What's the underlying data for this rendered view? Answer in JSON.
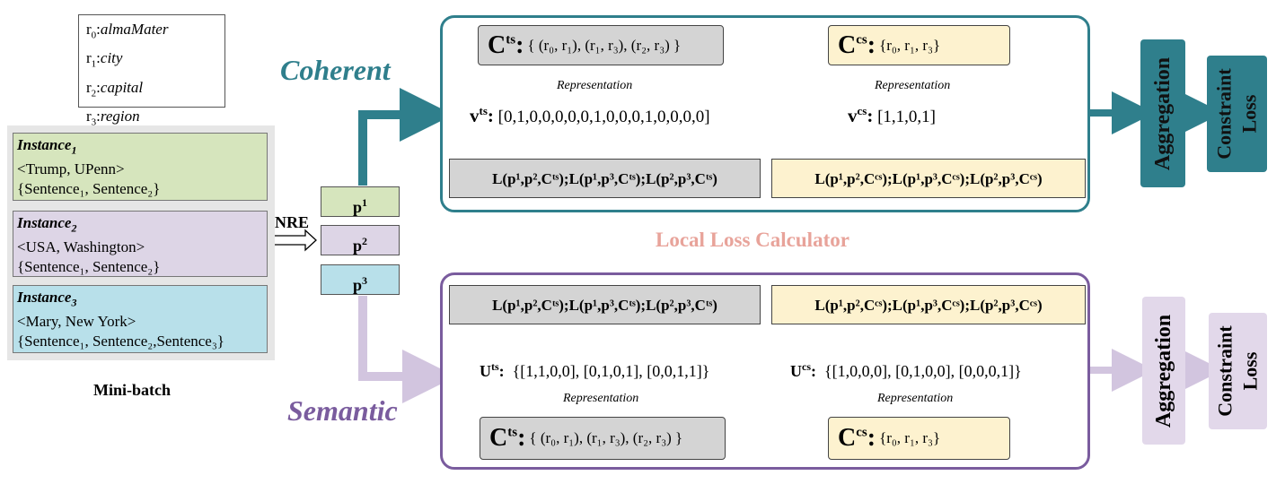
{
  "relations": [
    {
      "sym": "r",
      "sub": "0",
      "name": "almaMater"
    },
    {
      "sym": "r",
      "sub": "1",
      "name": "city"
    },
    {
      "sym": "r",
      "sub": "2",
      "name": "capital"
    },
    {
      "sym": "r",
      "sub": "3",
      "name": "region"
    }
  ],
  "instances": [
    {
      "title": "Instance",
      "sub": "1",
      "pair": "<Trump, UPenn>",
      "sentences": "{Sentence₁, Sentence₂}"
    },
    {
      "title": "Instance",
      "sub": "2",
      "pair": "<USA, Washington>",
      "sentences": "{Sentence₁, Sentence₂}"
    },
    {
      "title": "Instance",
      "sub": "3",
      "pair": "<Mary, New York>",
      "sentences": "{Sentence₁, Sentence₂,Sentence₃}"
    }
  ],
  "minibatch_label": "Mini-batch",
  "nre_label": "NRE",
  "predictions": [
    {
      "sym": "p",
      "sup": "1"
    },
    {
      "sym": "p",
      "sup": "2"
    },
    {
      "sym": "p",
      "sup": "3"
    }
  ],
  "coherent_label": "Coherent",
  "semantic_label": "Semantic",
  "local_loss_label": "Local Loss Calculator",
  "representation_label": "Representation",
  "c_ts": {
    "sym": "C",
    "sup": "ts",
    "set": "{ (r₀, r₁), (r₁, r₃), (r₂, r₃) }"
  },
  "c_cs": {
    "sym": "C",
    "sup": "cs",
    "set": "{r₀, r₁, r₃}"
  },
  "v_ts": {
    "sym": "v",
    "sup": "ts",
    "value": "[0,1,0,0,0,0,0,1,0,0,0,1,0,0,0,0]"
  },
  "v_cs": {
    "sym": "v",
    "sup": "cs",
    "value": "[1,1,0,1]"
  },
  "u_ts": {
    "sym": "U",
    "sup": "ts",
    "value": "{[1,1,0,0], [0,1,0,1], [0,0,1,1]}"
  },
  "u_cs": {
    "sym": "U",
    "sup": "cs",
    "value": "{[1,0,0,0], [0,1,0,0], [0,0,0,1]}"
  },
  "loss_ts": "L(p¹,p²,Cᵗˢ);L(p¹,p³,Cᵗˢ);L(p²,p³,Cᵗˢ)",
  "loss_cs": "L(p¹,p²,Cᶜˢ);L(p¹,p³,Cᶜˢ);L(p²,p³,Cᶜˢ)",
  "aggregation_label": "Aggregation",
  "constraint_loss_label": "Constraint\nLoss",
  "colors": {
    "teal": "#2f7f8c",
    "purple": "#7a5c9e",
    "light_purple": "#d2c5df",
    "green_fill": "#d6e5bd",
    "purple_fill": "#ddd5e6",
    "blue_fill": "#b8e0ea",
    "gray_fill": "#d4d4d4",
    "yellow_fill": "#fdf2cf",
    "salmon": "#e8a39a"
  }
}
